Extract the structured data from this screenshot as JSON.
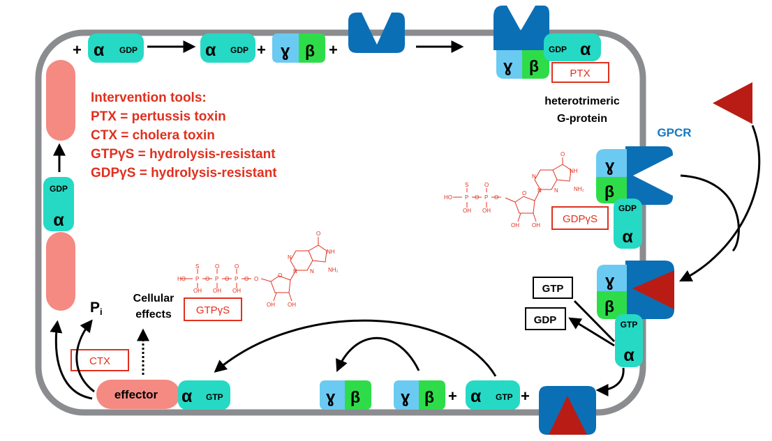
{
  "labels": {
    "intervention_title": "Intervention tools:",
    "intervention_lines": [
      "PTX = pertussis toxin",
      "CTX = cholera toxin",
      "GTPγS = hydrolysis-resistant",
      "GDPγS = hydrolysis-resistant"
    ],
    "heterotrimeric_line1": "heterotrimeric",
    "heterotrimeric_line2": "G-protein",
    "gpcr": "GPCR",
    "cellular_effects_line1": "Cellular",
    "cellular_effects_line2": "effects",
    "pi_main": "P",
    "pi_sub": "i",
    "effector": "effector",
    "plus": "+"
  },
  "subunits": {
    "alpha": "α",
    "beta": "β",
    "gamma": "ɣ",
    "gdp": "GDP",
    "gtp": "GTP"
  },
  "tools": {
    "ptx": "PTX",
    "ctx": "CTX",
    "gtpgs": "GTPγS",
    "gdpgs": "GDPγS"
  },
  "boxes": {
    "gtp": "GTP",
    "gdp": "GDP"
  },
  "chem": {
    "s": "S",
    "p": "P",
    "o": "O",
    "ho": "HO",
    "oh": "OH",
    "n": "N",
    "nh": "NH",
    "nh2": "NH₂"
  },
  "colors": {
    "alpha": "#26d9c4",
    "gamma": "#6bcaf2",
    "beta": "#2edc4a",
    "receptor": "#0b6fb6",
    "ligand": "#b91c14",
    "effector": "#f48a82",
    "membrane": "#8a8c8f",
    "tool_red": "#e0301e",
    "gpcr_label": "#1478c2"
  }
}
